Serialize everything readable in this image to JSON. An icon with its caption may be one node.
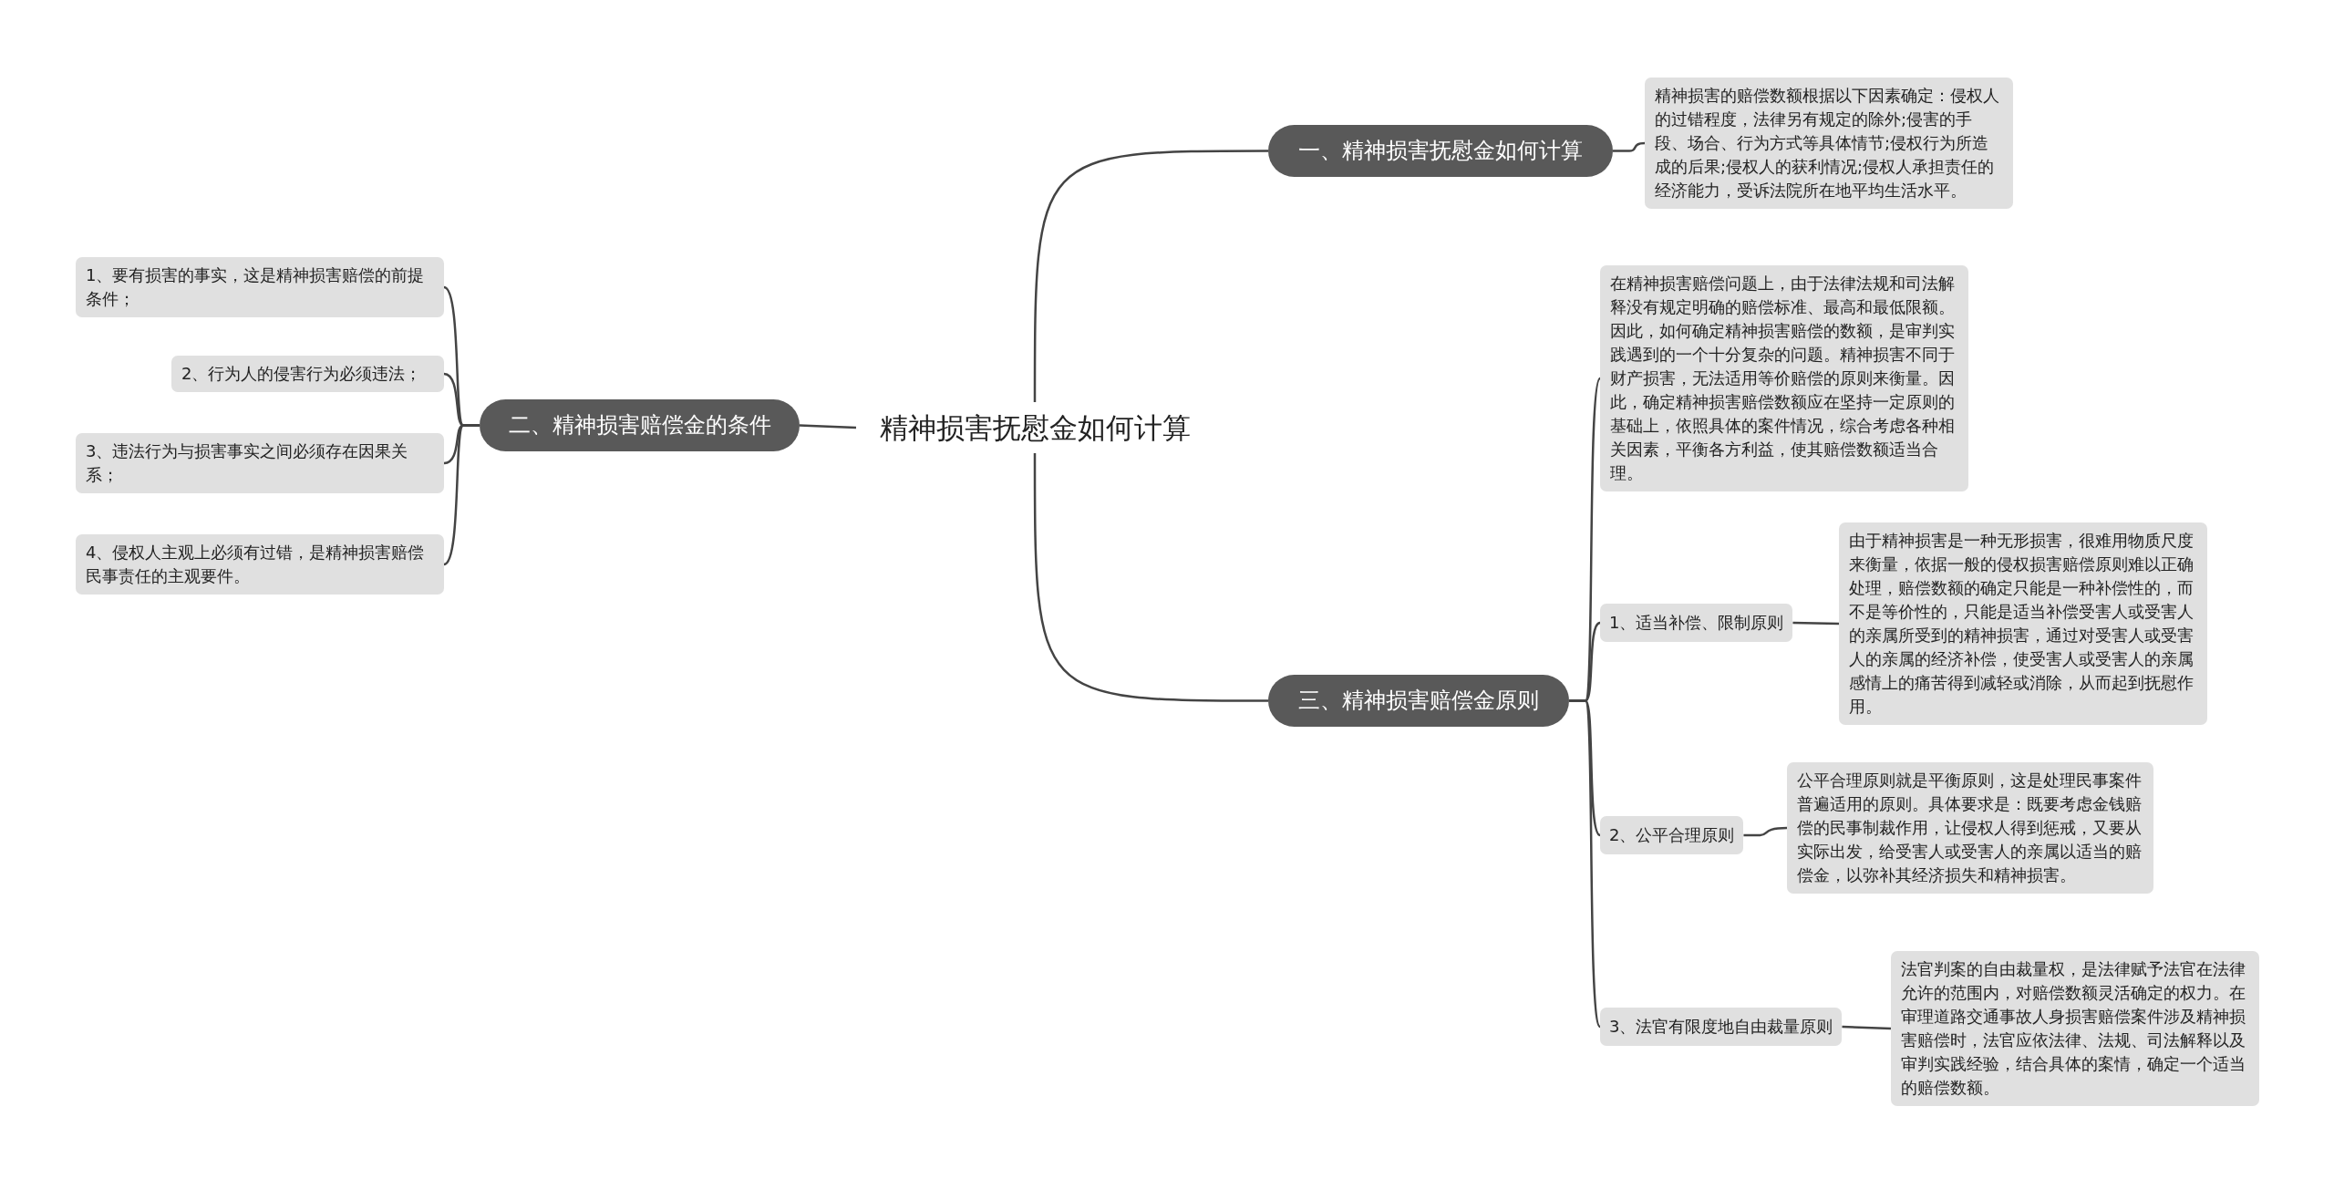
{
  "diagram": {
    "nodes": [
      {
        "text": [
          "精神损害抚慰金如何计算"
        ]
      },
      {
        "text": [
          "一、精神损害抚慰金如何计算"
        ]
      },
      {
        "text": [
          "精神损害的赔偿数额根据以下因素确定：侵权人的过错程度，法律另有规定的除外;侵害的手段、场合、行为方式等具体情节;侵权行为所造成的后果;侵权人的获利情况;侵权人承担责任的经济能力，受诉法院所在地平均生活水平。"
        ]
      },
      {
        "text": [
          "二、精神损害赔偿金的条件"
        ]
      },
      {
        "text": [
          "1、要有损害的事实，这是精神损害赔偿的前提条件；"
        ]
      },
      {
        "text": [
          "2、行为人的侵害行为必须违法；"
        ]
      },
      {
        "text": [
          "3、违法行为与损害事实之间必须存在因果关系；"
        ]
      },
      {
        "text": [
          "4、侵权人主观上必须有过错，是精神损害赔偿民事责任的主观要件。"
        ]
      },
      {
        "text": [
          "三、精神损害赔偿金原则"
        ]
      },
      {
        "text": [
          "在精神损害赔偿问题上，由于法律法规和司法解释没有规定明确的赔偿标准、最高和最低限额。因此，如何确定精神损害赔偿的数额，是审判实践遇到的一个十分复杂的问题。精神损害不同于财产损害，无法适用等价赔偿的原则来衡量。因此，确定精神损害赔偿数额应在坚持一定原则的基础上，依照具体的案件情况，综合考虑各种相关因素，平衡各方利益，使其赔偿数额适当合理。"
        ]
      },
      {
        "text": [
          "1、适当补偿、限制原则"
        ]
      },
      {
        "text": [
          "由于精神损害是一种无形损害，很难用物质尺度来衡量，依据一般的侵权损害赔偿原则难以正确处理，赔偿数额的确定只能是一种补偿性的，而不是等价性的，只能是适当补偿受害人或受害人的亲属所受到的精神损害，通过对受害人或受害人的亲属的经济补偿，使受害人或受害人的亲属感情上的痛苦得到减轻或消除，从而起到抚慰作用。"
        ]
      },
      {
        "text": [
          "2、公平合理原则"
        ]
      },
      {
        "text": [
          "公平合理原则就是平衡原则，这是处理民事案件普遍适用的原则。具体要求是：既要考虑金钱赔偿的民事制裁作用，让侵权人得到惩戒，又要从实际出发，给受害人或受害人的亲属以适当的赔偿金，以弥补其经济损失和精神损害。"
        ]
      },
      {
        "text": [
          "3、法官有限度地自由裁量原则"
        ]
      },
      {
        "text": [
          "法官判案的自由裁量权，是法律赋予法官在法律允许的范围内，对赔偿数额灵活确定的权力。在审理道路交通事故人身损害赔偿案件涉及精神损害赔偿时，法官应依法律、法规、司法解释以及审判实践经验，结合具体的案情，确定一个适当的赔偿数额。"
        ]
      }
    ],
    "edges": [
      {
        "from": 0,
        "to": 1,
        "arrow": "none"
      },
      {
        "from": 1,
        "to": 2,
        "arrow": "none"
      },
      {
        "from": 0,
        "to": 3,
        "arrow": "none"
      },
      {
        "from": 3,
        "to": 4,
        "arrow": "none"
      },
      {
        "from": 3,
        "to": 5,
        "arrow": "none"
      },
      {
        "from": 3,
        "to": 6,
        "arrow": "none"
      },
      {
        "from": 3,
        "to": 7,
        "arrow": "none"
      },
      {
        "from": 0,
        "to": 8,
        "arrow": "none"
      },
      {
        "from": 8,
        "to": 9,
        "arrow": "none"
      },
      {
        "from": 8,
        "to": 10,
        "arrow": "none"
      },
      {
        "from": 10,
        "to": 11,
        "arrow": "none"
      },
      {
        "from": 8,
        "to": 12,
        "arrow": "none"
      },
      {
        "from": 12,
        "to": 13,
        "arrow": "none"
      },
      {
        "from": 8,
        "to": 14,
        "arrow": "none"
      },
      {
        "from": 14,
        "to": 15,
        "arrow": "none"
      }
    ]
  }
}
